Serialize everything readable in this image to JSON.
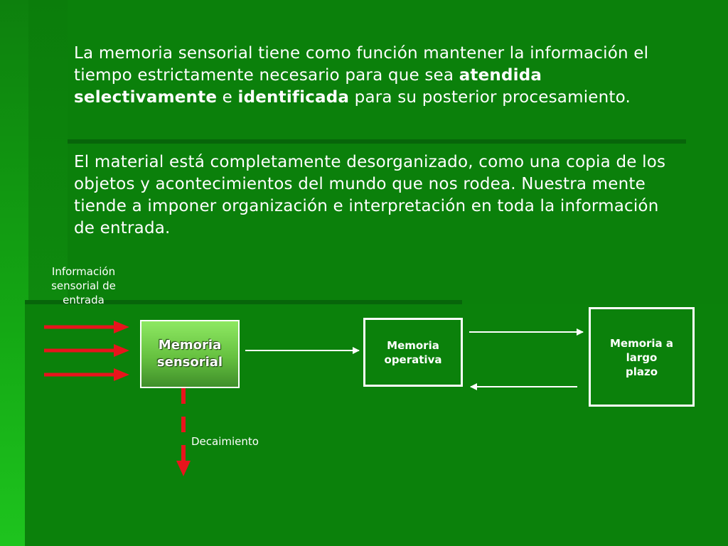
{
  "paragraph1": {
    "part1": "La memoria sensorial tiene como función mantener la información el tiempo estrictamente necesario para que sea ",
    "bold1": "atendida selectivamente",
    "part2": " e ",
    "bold2": "identificada",
    "part3": " para su posterior procesamiento."
  },
  "paragraph2": "El material está completamente desorganizado, como una copia de los objetos y acontecimientos del mundo que nos rodea. Nuestra mente tiende a imponer organización e interpretación en toda la información de entrada.",
  "diagram": {
    "input_label": "Información sensorial de entrada",
    "sensory_memory": "Memoria sensorial",
    "working_memory": "Memoria operativa",
    "long_term_memory": "Memoria a largo plazo",
    "decay_label": "Decaimiento"
  },
  "colors": {
    "background": "#0a7e0a",
    "input_arrows": "#e8141c",
    "decay_arrow": "#e8141c",
    "box_border": "#ffffff"
  }
}
